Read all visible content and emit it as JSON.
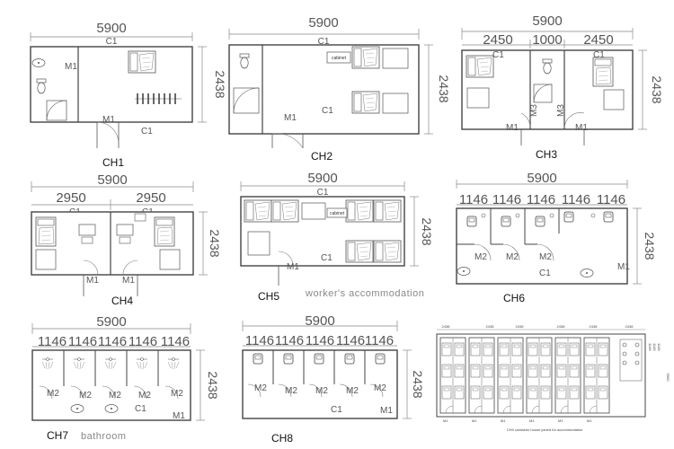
{
  "sheet": {
    "dim_length": "5900",
    "dim_width": "2438",
    "door_main": "M1",
    "door_inner": "M2",
    "door_m3": "M3",
    "window": "C1",
    "cabinet": "cabinet"
  },
  "plans": {
    "ch1": {
      "caption": "CH1"
    },
    "ch2": {
      "caption": "CH2"
    },
    "ch3": {
      "caption": "CH3",
      "parts": [
        "2450",
        "1000",
        "2450"
      ]
    },
    "ch4": {
      "caption": "CH4",
      "parts": [
        "2950",
        "2950"
      ]
    },
    "ch5": {
      "caption": "CH5",
      "subtitle": "worker's accommodation"
    },
    "ch6": {
      "caption": "CH6",
      "parts": [
        "1146",
        "1146",
        "1146",
        "1146",
        "1146"
      ]
    },
    "ch7": {
      "caption": "CH7",
      "subtitle": "bathroom",
      "parts": [
        "1146",
        "1146",
        "1146",
        "1146",
        "1146"
      ]
    },
    "ch8": {
      "caption": "CH8",
      "parts": [
        "1146",
        "1146",
        "1146",
        "1146",
        "1146"
      ]
    },
    "ch9": {
      "caption": "CH9 container house joined for accommodation",
      "top_dim": "2438",
      "side_dim": "5900",
      "stack_dim": "1146"
    }
  }
}
